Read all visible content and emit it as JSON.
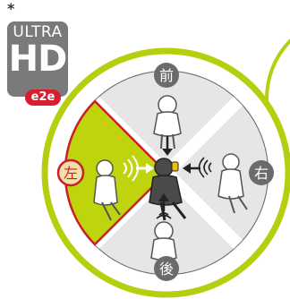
{
  "badge": {
    "asterisk": "*",
    "ultra": "ULTRA",
    "hd": "HD",
    "e2e": "e2e"
  },
  "directions": {
    "front": "前",
    "left": "左",
    "right": "右",
    "back": "後"
  },
  "colors": {
    "ring_green": "#b5cf0e",
    "sector_green": "#c0d40e",
    "sector_border_red": "#c8202a",
    "badge_gray": "#7a7a7a",
    "badge_red": "#d81e2e",
    "label_gray": "#6b6b6b",
    "dial_gray": "#dcdcdc"
  }
}
